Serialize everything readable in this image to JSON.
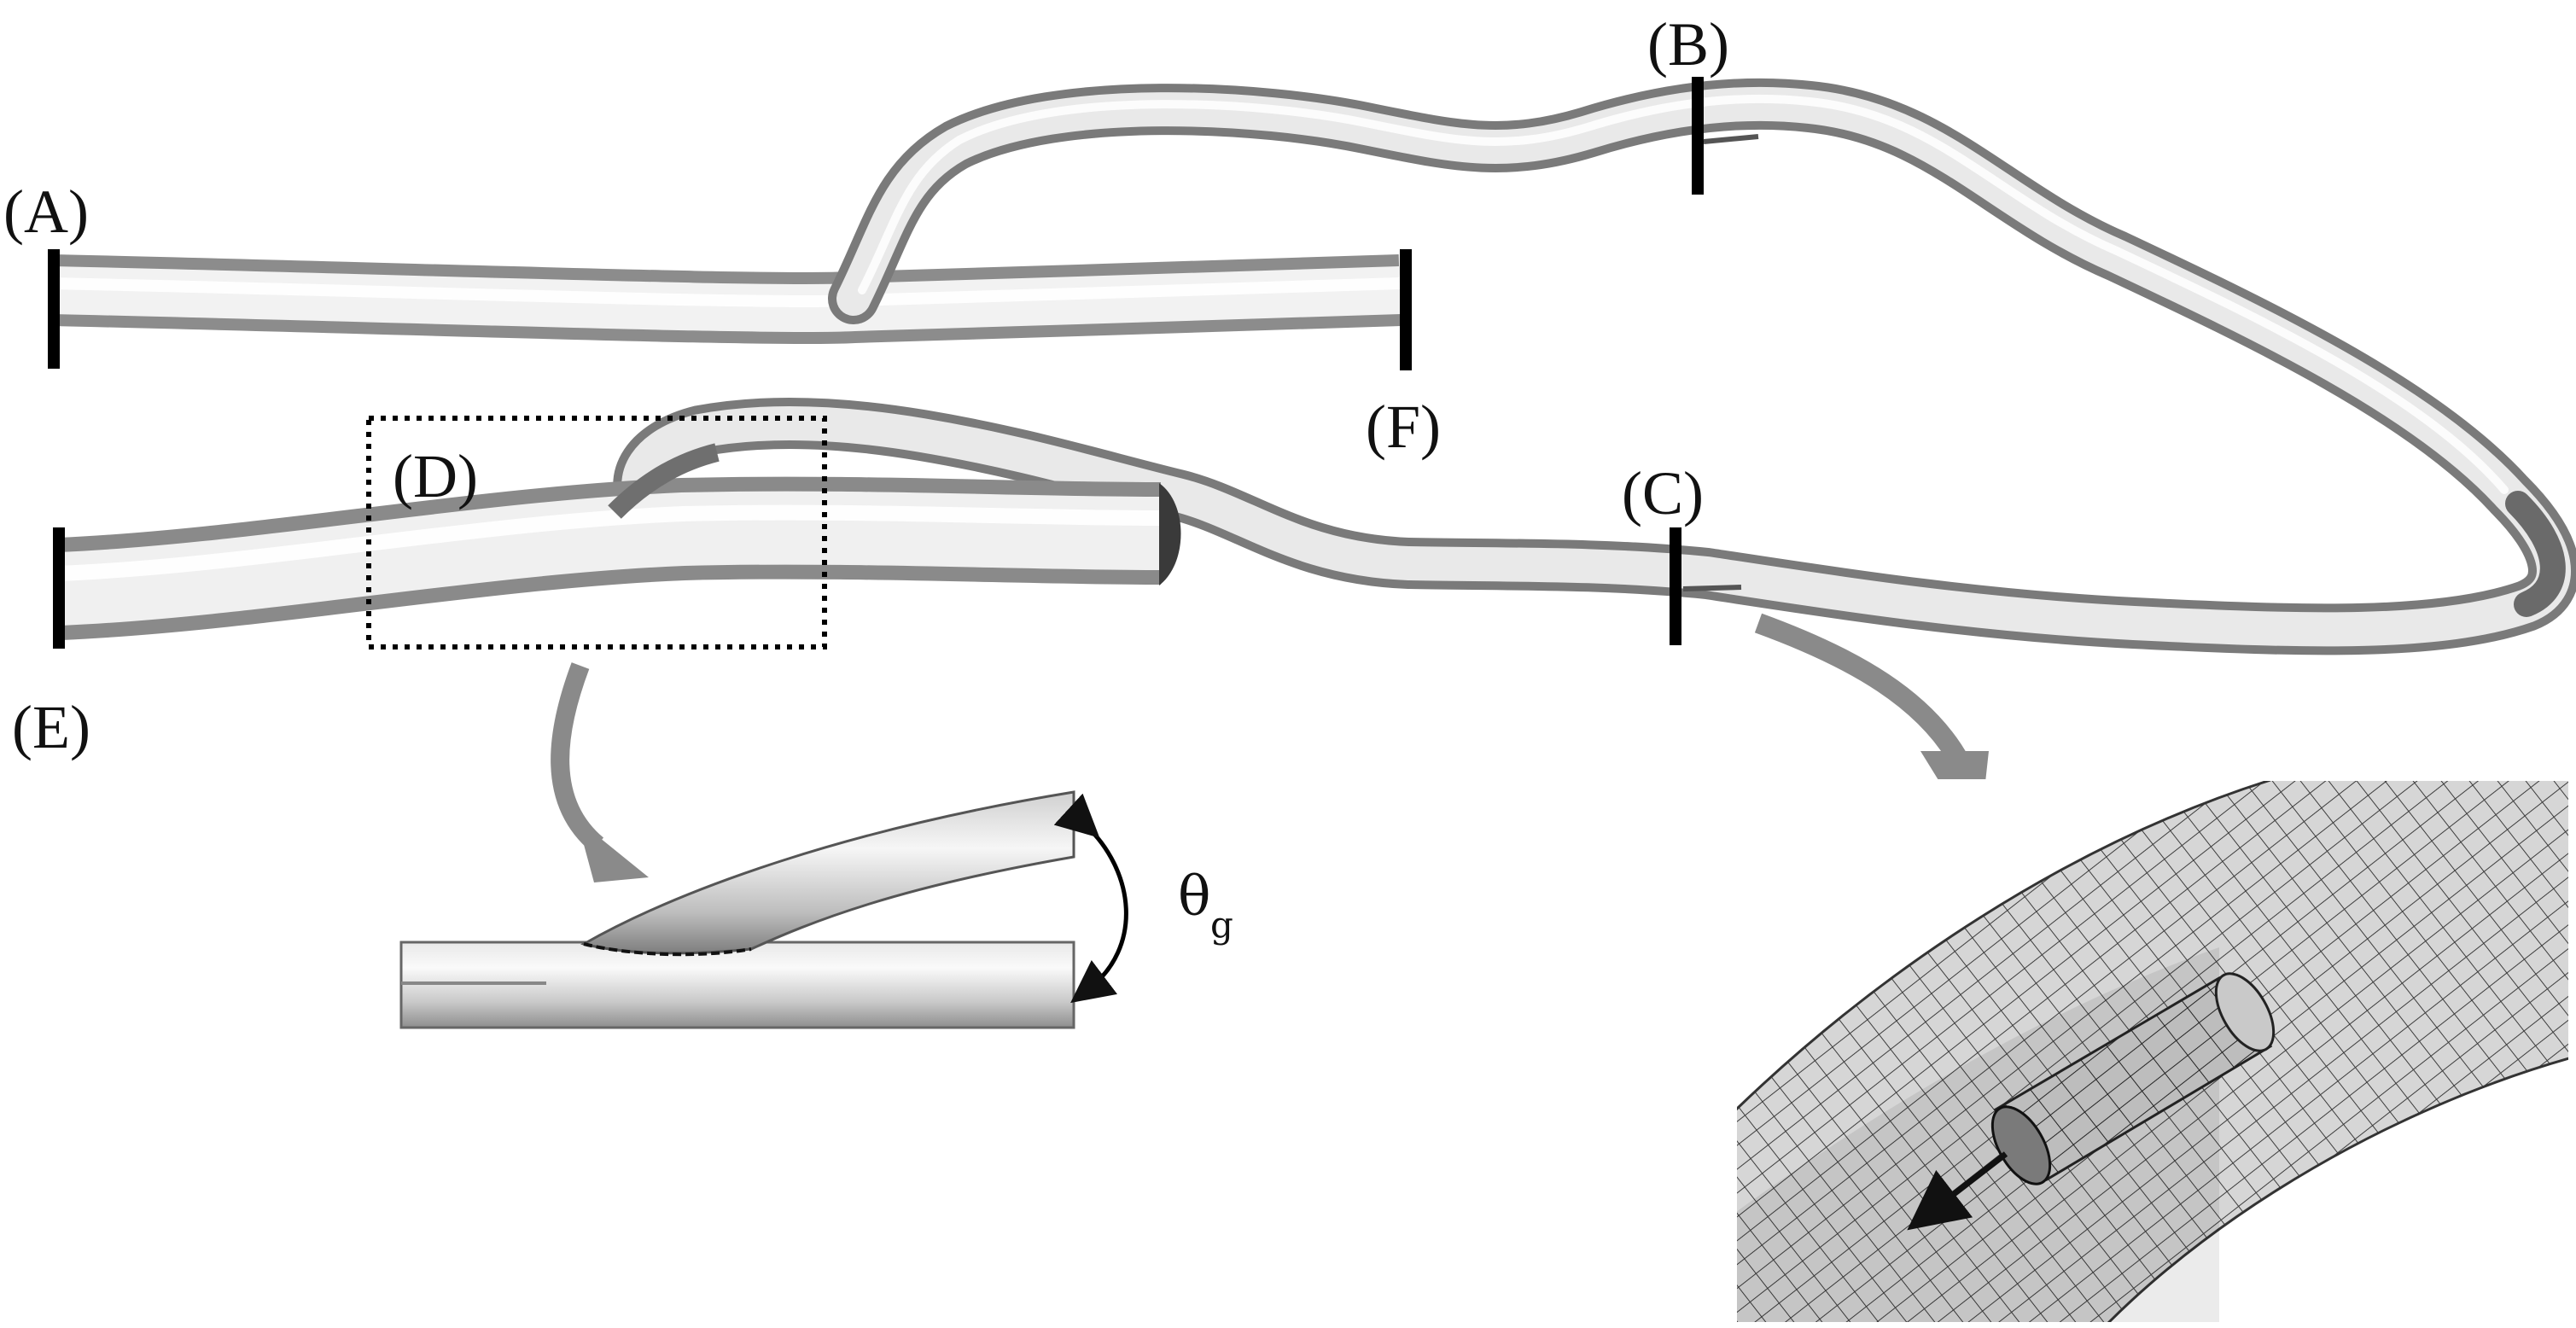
{
  "labels": {
    "A": "(A)",
    "B": "(B)",
    "C": "(C)",
    "D": "(D)",
    "E": "(E)",
    "F": "(F)"
  },
  "angle_symbol": "θ",
  "angle_subscript": "g",
  "colors": {
    "background": "#ffffff",
    "tube_light": "#f4f4f4",
    "tube_mid": "#c8c8c8",
    "tube_dark": "#8c8c8c",
    "marker": "#000000",
    "arrow_gray": "#8a8a8a",
    "mesh_bg": "#d9d9d9",
    "mesh_line": "#3a3a3a"
  }
}
